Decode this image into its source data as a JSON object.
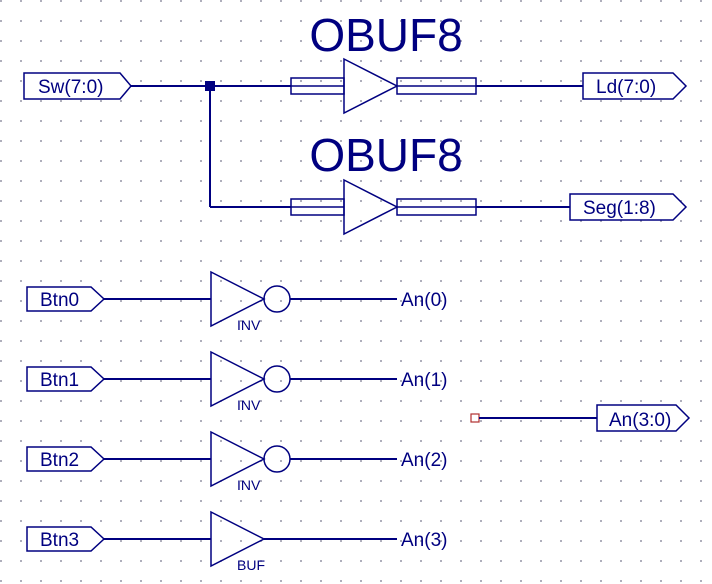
{
  "titles": {
    "obuf_top": "OBUF8",
    "obuf_bottom": "OBUF8"
  },
  "ports": {
    "sw": "Sw(7:0)",
    "ld": "Ld(7:0)",
    "seg": "Seg(1:8)",
    "btn0": "Btn0",
    "btn1": "Btn1",
    "btn2": "Btn2",
    "btn3": "Btn3",
    "an_bus": "An(3:0)"
  },
  "nets": {
    "an0": "An(0)",
    "an1": "An(1)",
    "an2": "An(2)",
    "an3": "An(3)"
  },
  "gates": {
    "inv0": "INV",
    "inv1": "INV",
    "inv2": "INV",
    "buf3": "BUF"
  },
  "colors": {
    "wire": "#000080",
    "dot_grid": "#9a9aaa",
    "unconnected_marker": "#b03030"
  }
}
